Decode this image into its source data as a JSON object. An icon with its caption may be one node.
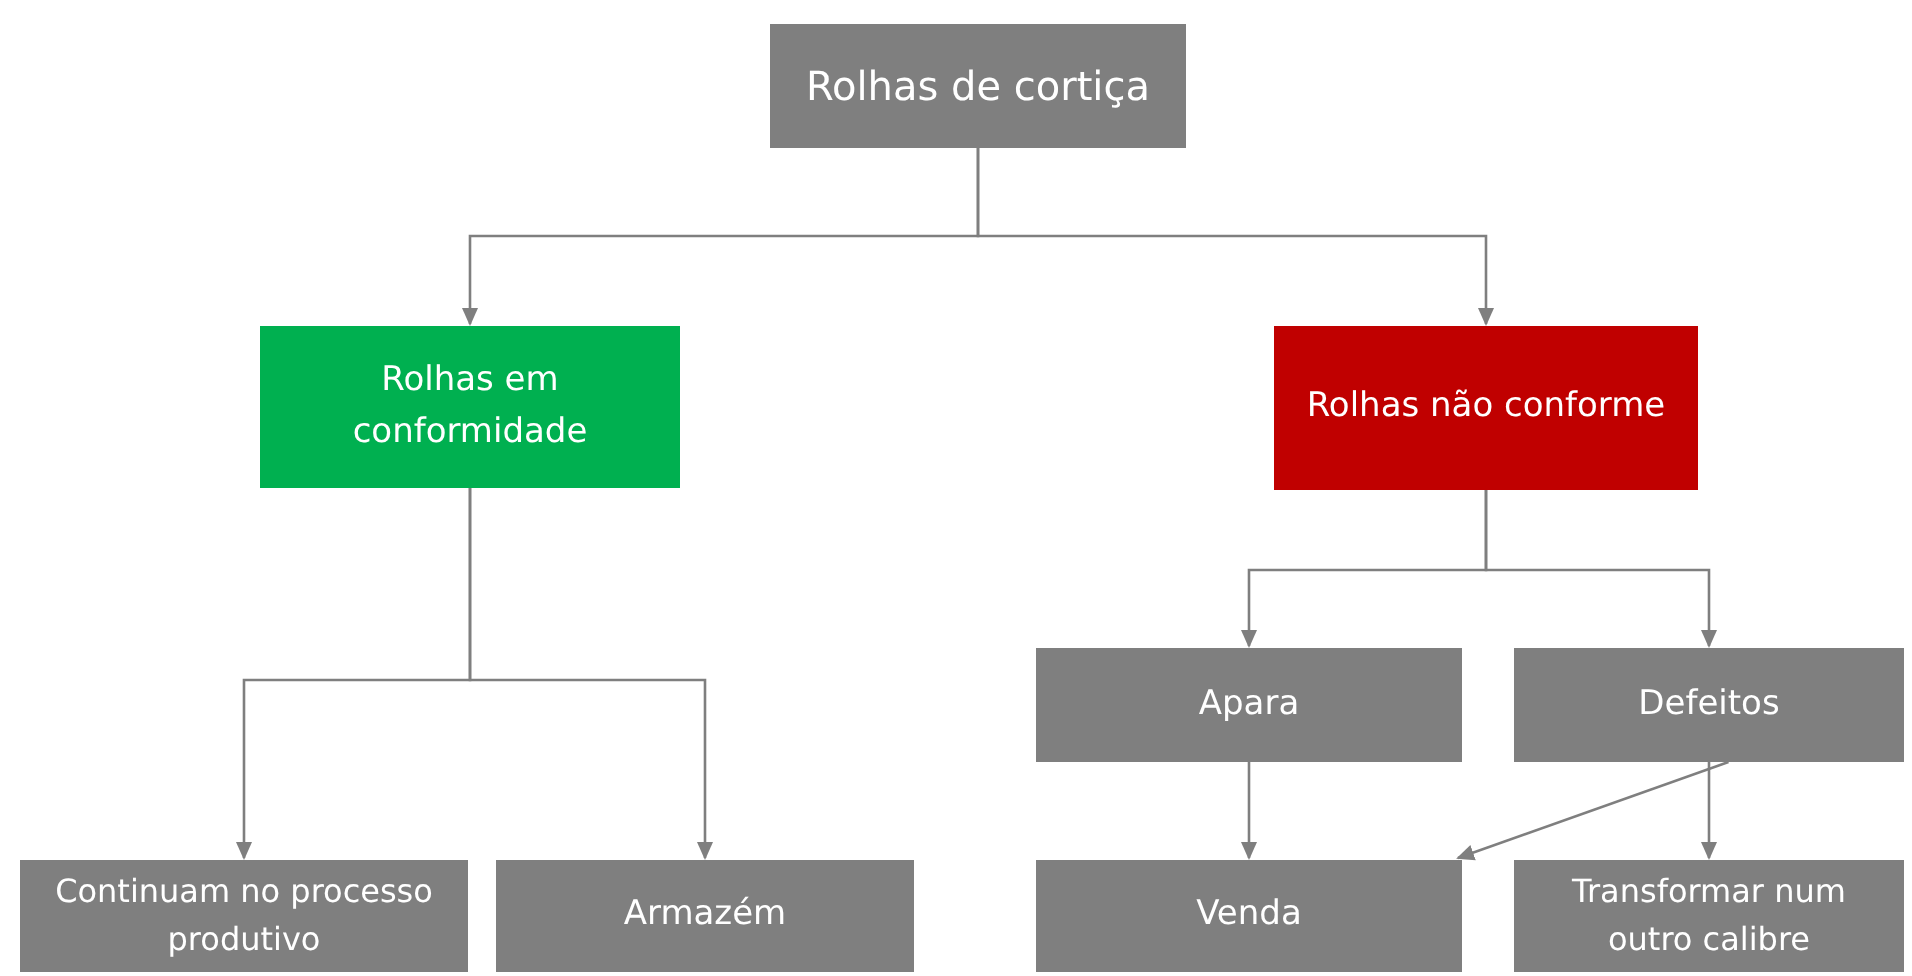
{
  "diagram": {
    "nodes": [
      {
        "text": [
          "Rolhas de cortiça"
        ]
      },
      {
        "text": [
          "Rolhas em conformidade"
        ]
      },
      {
        "text": [
          "Rolhas não conforme"
        ]
      },
      {
        "text": [
          "Apara"
        ]
      },
      {
        "text": [
          "Defeitos"
        ]
      },
      {
        "text": [
          "Continuam no processo produtivo"
        ]
      },
      {
        "text": [
          "Armazém"
        ]
      },
      {
        "text": [
          "Venda"
        ]
      },
      {
        "text": [
          "Transformar num outro calibre"
        ]
      }
    ],
    "edges": [
      {
        "from": 0,
        "to": 1,
        "arrow": "to"
      },
      {
        "from": 0,
        "to": 2,
        "arrow": "to"
      },
      {
        "from": 1,
        "to": 5,
        "arrow": "to"
      },
      {
        "from": 1,
        "to": 6,
        "arrow": "to"
      },
      {
        "from": 2,
        "to": 3,
        "arrow": "to"
      },
      {
        "from": 2,
        "to": 4,
        "arrow": "to"
      },
      {
        "from": 3,
        "to": 7,
        "arrow": "to"
      },
      {
        "from": 4,
        "to": 7,
        "arrow": "to"
      },
      {
        "from": 4,
        "to": 8,
        "arrow": "to"
      }
    ]
  }
}
